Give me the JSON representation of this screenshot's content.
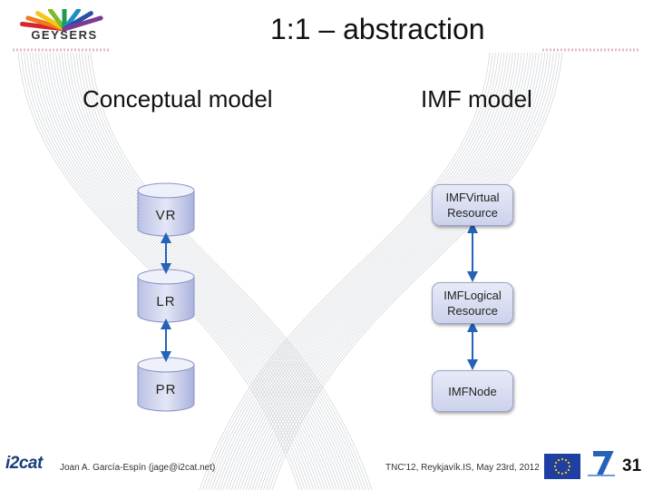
{
  "header": {
    "logo_text": "GEYSERS",
    "title": "1:1 – abstraction"
  },
  "columns": {
    "left_heading": "Conceptual model",
    "right_heading": "IMF model"
  },
  "conceptual_nodes": [
    "VR",
    "LR",
    "PR"
  ],
  "imf_nodes": [
    "IMFVirtual\nResource",
    "IMFLogical\nResource",
    "IMFNode"
  ],
  "footer": {
    "org_logo": "i2cat",
    "author": "Joan A. García-Espín (jage@i2cat.net)",
    "event": "TNC'12, Reykjavík.IS, May 23rd, 2012",
    "page_number": "31"
  },
  "colors": {
    "accent_blue": "#2563b8",
    "cylinder_fill": "#cfd4ee",
    "box_fill": "#d8dcf1",
    "eu_blue": "#1f3fa3",
    "eu_star": "#ffd500"
  }
}
